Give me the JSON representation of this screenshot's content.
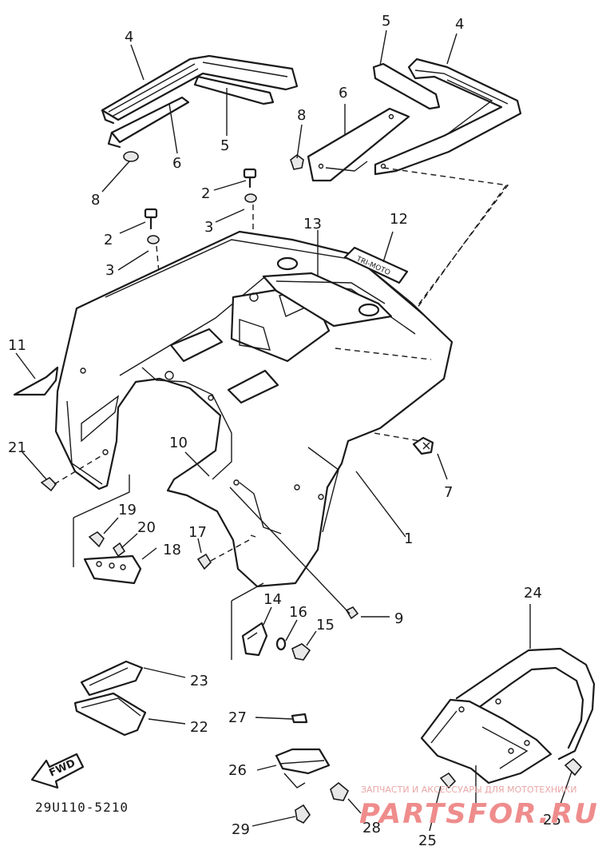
{
  "diagram": {
    "drawing_code": "29U110-5210",
    "fwd_label": "FWD",
    "decal_text": "TRI-MOTO",
    "watermark": {
      "line1": "ЗАПЧАСТИ И АКСЕССУАРЫ ДЛЯ МОТОТЕХНИКИ",
      "brand": "PARTSFOR.RU"
    },
    "callouts": {
      "c1": "1",
      "c2a": "2",
      "c2b": "2",
      "c3a": "3",
      "c3b": "3",
      "c4a": "4",
      "c4b": "4",
      "c5a": "5",
      "c5b": "5",
      "c6a": "6",
      "c6b": "6",
      "c7": "7",
      "c8a": "8",
      "c8b": "8",
      "c9": "9",
      "c10": "10",
      "c11": "11",
      "c12": "12",
      "c13": "13",
      "c14": "14",
      "c15": "15",
      "c16": "16",
      "c17": "17",
      "c18": "18",
      "c19": "19",
      "c20": "20",
      "c21": "21",
      "c22": "22",
      "c23": "23",
      "c24": "24",
      "c25a": "25",
      "c25b": "25",
      "c26": "26",
      "c27": "27",
      "c28": "28",
      "c29": "29"
    }
  }
}
